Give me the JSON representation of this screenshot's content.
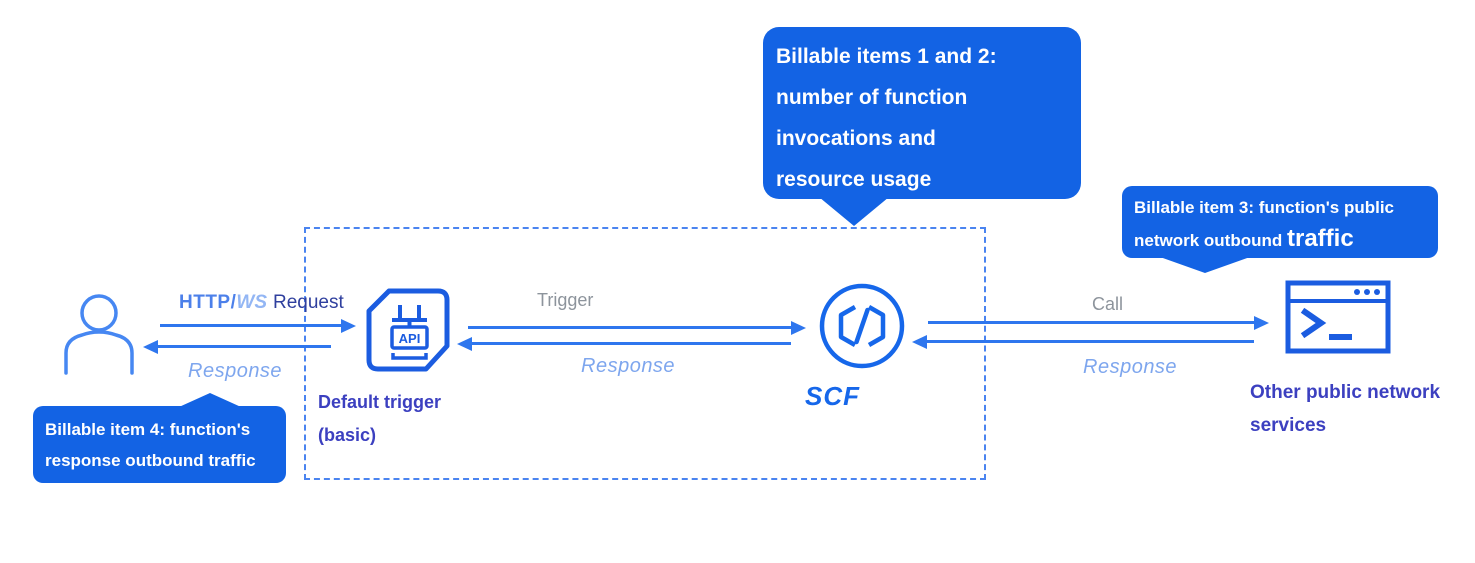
{
  "colors": {
    "callout-blue": "#1363e4",
    "arrow-blue": "#2e76ee",
    "icon-blue": "#1b5ce0",
    "user-blue": "#4687f2",
    "indigo-text": "#3c40c0",
    "navy-text": "#2f3f9e",
    "gray-label": "#8d949c",
    "light-blue": "#7ea6ee",
    "mid-blue": "#4c80ea",
    "pale-blue": "#93b6f4",
    "dashed-blue": "#4a84f0",
    "scf-blue": "#1667ea"
  },
  "callouts": {
    "items_1_2": {
      "lines": [
        "Billable items 1 and 2:",
        "number of function",
        "invocations and",
        "resource usage"
      ]
    },
    "item_3": {
      "line1": "Billable item 3: function's public",
      "line2_prefix": "network outbound ",
      "line2_emphasis": "traffic"
    },
    "item_4": {
      "line1": "Billable item 4: function's",
      "line2": "response outbound traffic"
    }
  },
  "nodes": {
    "user": {
      "icon": "user-icon"
    },
    "default_trigger": {
      "icon": "api-gateway-icon",
      "icon_text": "API",
      "label_line1": "Default trigger",
      "label_line2": "(basic)"
    },
    "scf": {
      "icon": "scf-icon",
      "label": "SCF"
    },
    "external_services": {
      "icon": "terminal-window-icon",
      "label_line1": "Other public network",
      "label_line2": "services"
    }
  },
  "edges": {
    "user_to_trigger": {
      "request_part1": "HTTP/",
      "request_part2": "WS",
      "request_part3": "Request",
      "back_label": "Response"
    },
    "trigger_to_scf": {
      "forward_label": "Trigger",
      "back_label": "Response"
    },
    "scf_to_external": {
      "forward_label": "Call",
      "back_label": "Response"
    }
  }
}
